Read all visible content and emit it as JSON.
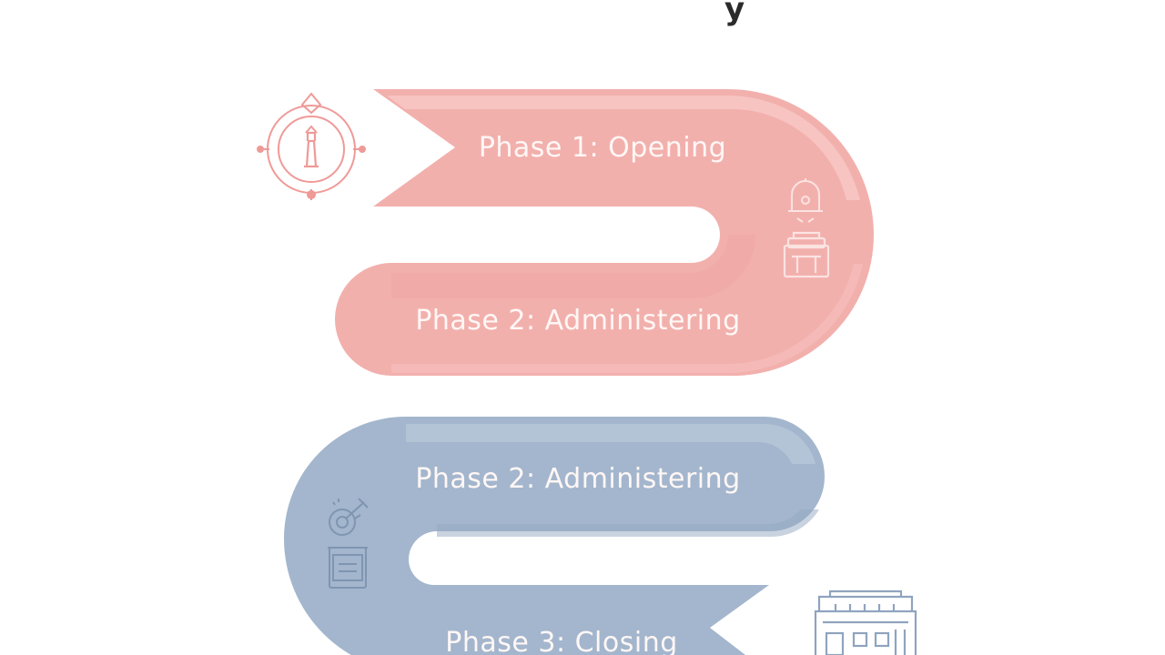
{
  "diagram": {
    "title_fragment": "y",
    "phases": [
      {
        "label": "Phase 1: Opening"
      },
      {
        "label": "Phase 2: Administering"
      },
      {
        "label": "Phase 2: Administering"
      },
      {
        "label": "Phase 3: Closing"
      }
    ],
    "colors": {
      "coral_band": "#f2b0ad",
      "coral_band_light": "#f6c6c3",
      "coral_icon": "#ef9a97",
      "blue_band": "#a3b6cd",
      "blue_band_light": "#b8c8da",
      "blue_icon": "#8fa4bf"
    },
    "icons": [
      "target-compass-icon",
      "alarm-bell-icon",
      "toolbox-icon",
      "dial-pen-icon",
      "cabinet-icon",
      "building-icon"
    ]
  }
}
